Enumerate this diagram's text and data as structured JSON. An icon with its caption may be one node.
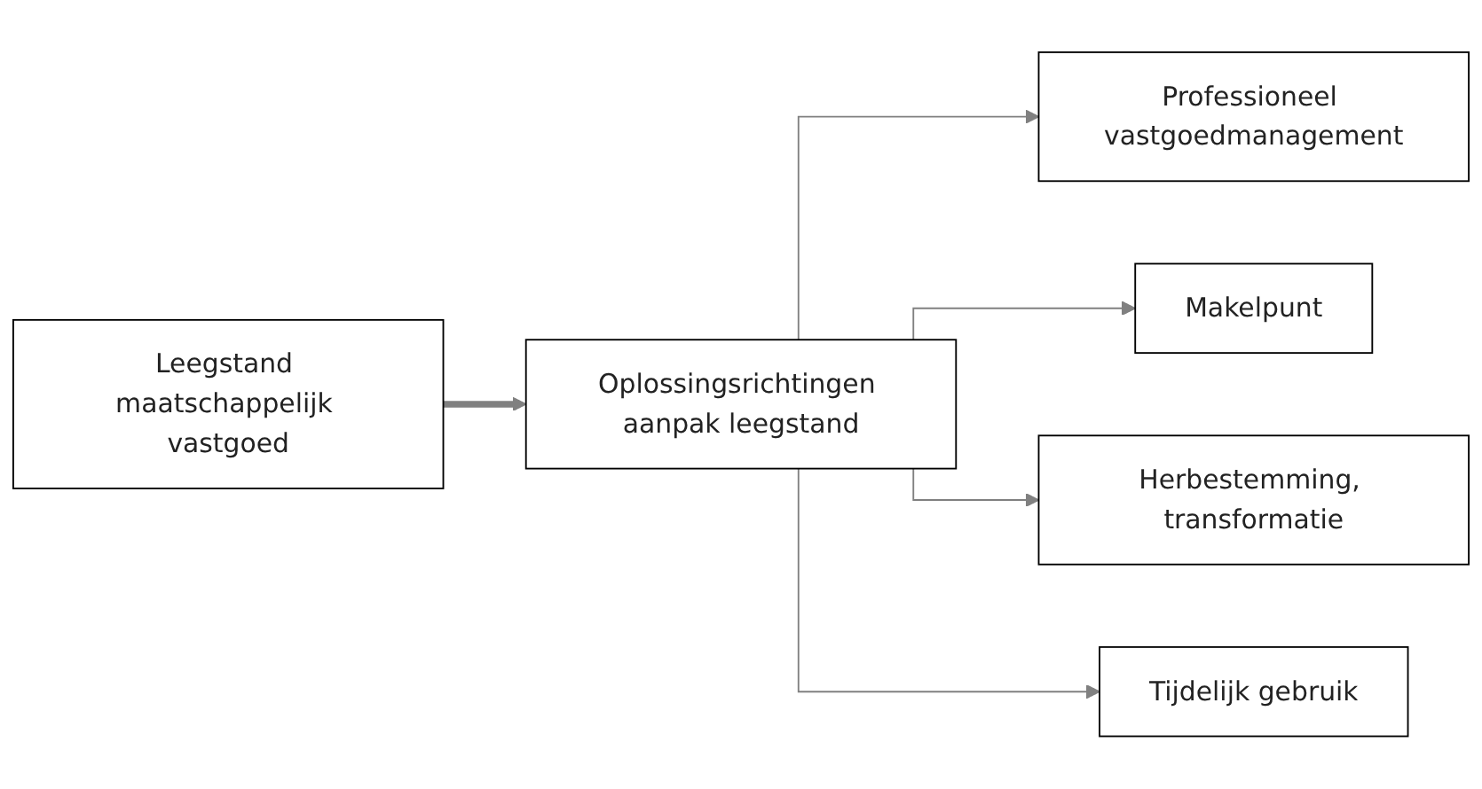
{
  "diagram": {
    "nodes": [
      {
        "text": [
          "Leegstand maatschappelijk vastgoed"
        ]
      },
      {
        "text": [
          "Oplossingsrichtingen aanpak leegstand"
        ]
      },
      {
        "text": [
          "Professioneel vastgoedmanagement"
        ]
      },
      {
        "text": [
          "Makelpunt"
        ]
      },
      {
        "text": [
          "Herbestemming, transformatie"
        ]
      },
      {
        "text": [
          "Tijdelijk gebruik"
        ]
      }
    ],
    "edges": [
      {
        "from": 0,
        "to": 1,
        "arrow": "to",
        "style": "thick"
      },
      {
        "from": 1,
        "to": 2,
        "arrow": "to"
      },
      {
        "from": 1,
        "to": 3,
        "arrow": "to"
      },
      {
        "from": 1,
        "to": 4,
        "arrow": "to"
      },
      {
        "from": 1,
        "to": 5,
        "arrow": "to"
      }
    ]
  }
}
